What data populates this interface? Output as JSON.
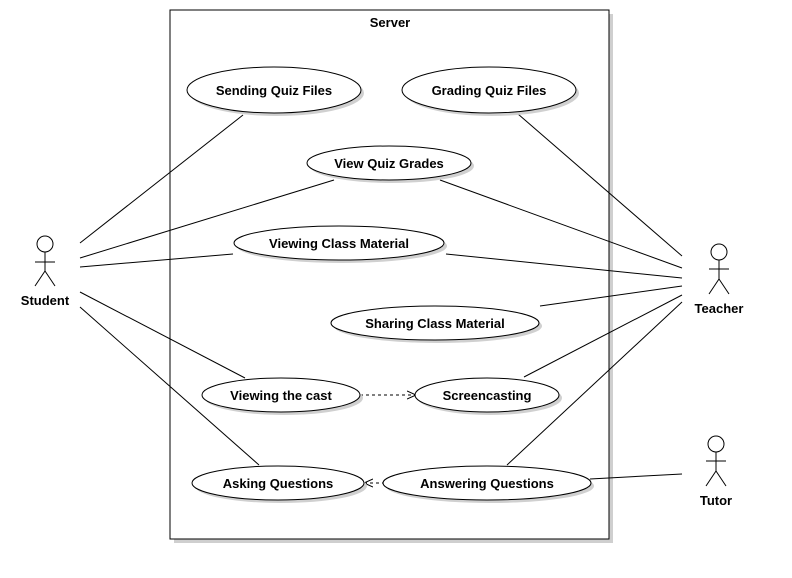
{
  "system": {
    "title": "Server"
  },
  "actors": {
    "student": "Student",
    "teacher": "Teacher",
    "tutor": "Tutor"
  },
  "use_cases": {
    "sending_quiz_files": "Sending Quiz Files",
    "grading_quiz_files": "Grading Quiz Files",
    "view_quiz_grades": "View Quiz Grades",
    "viewing_class_material": "Viewing Class Material",
    "sharing_class_material": "Sharing Class Material",
    "viewing_the_cast": "Viewing the cast",
    "screencasting": "Screencasting",
    "asking_questions": "Asking Questions",
    "answering_questions": "Answering Questions"
  }
}
